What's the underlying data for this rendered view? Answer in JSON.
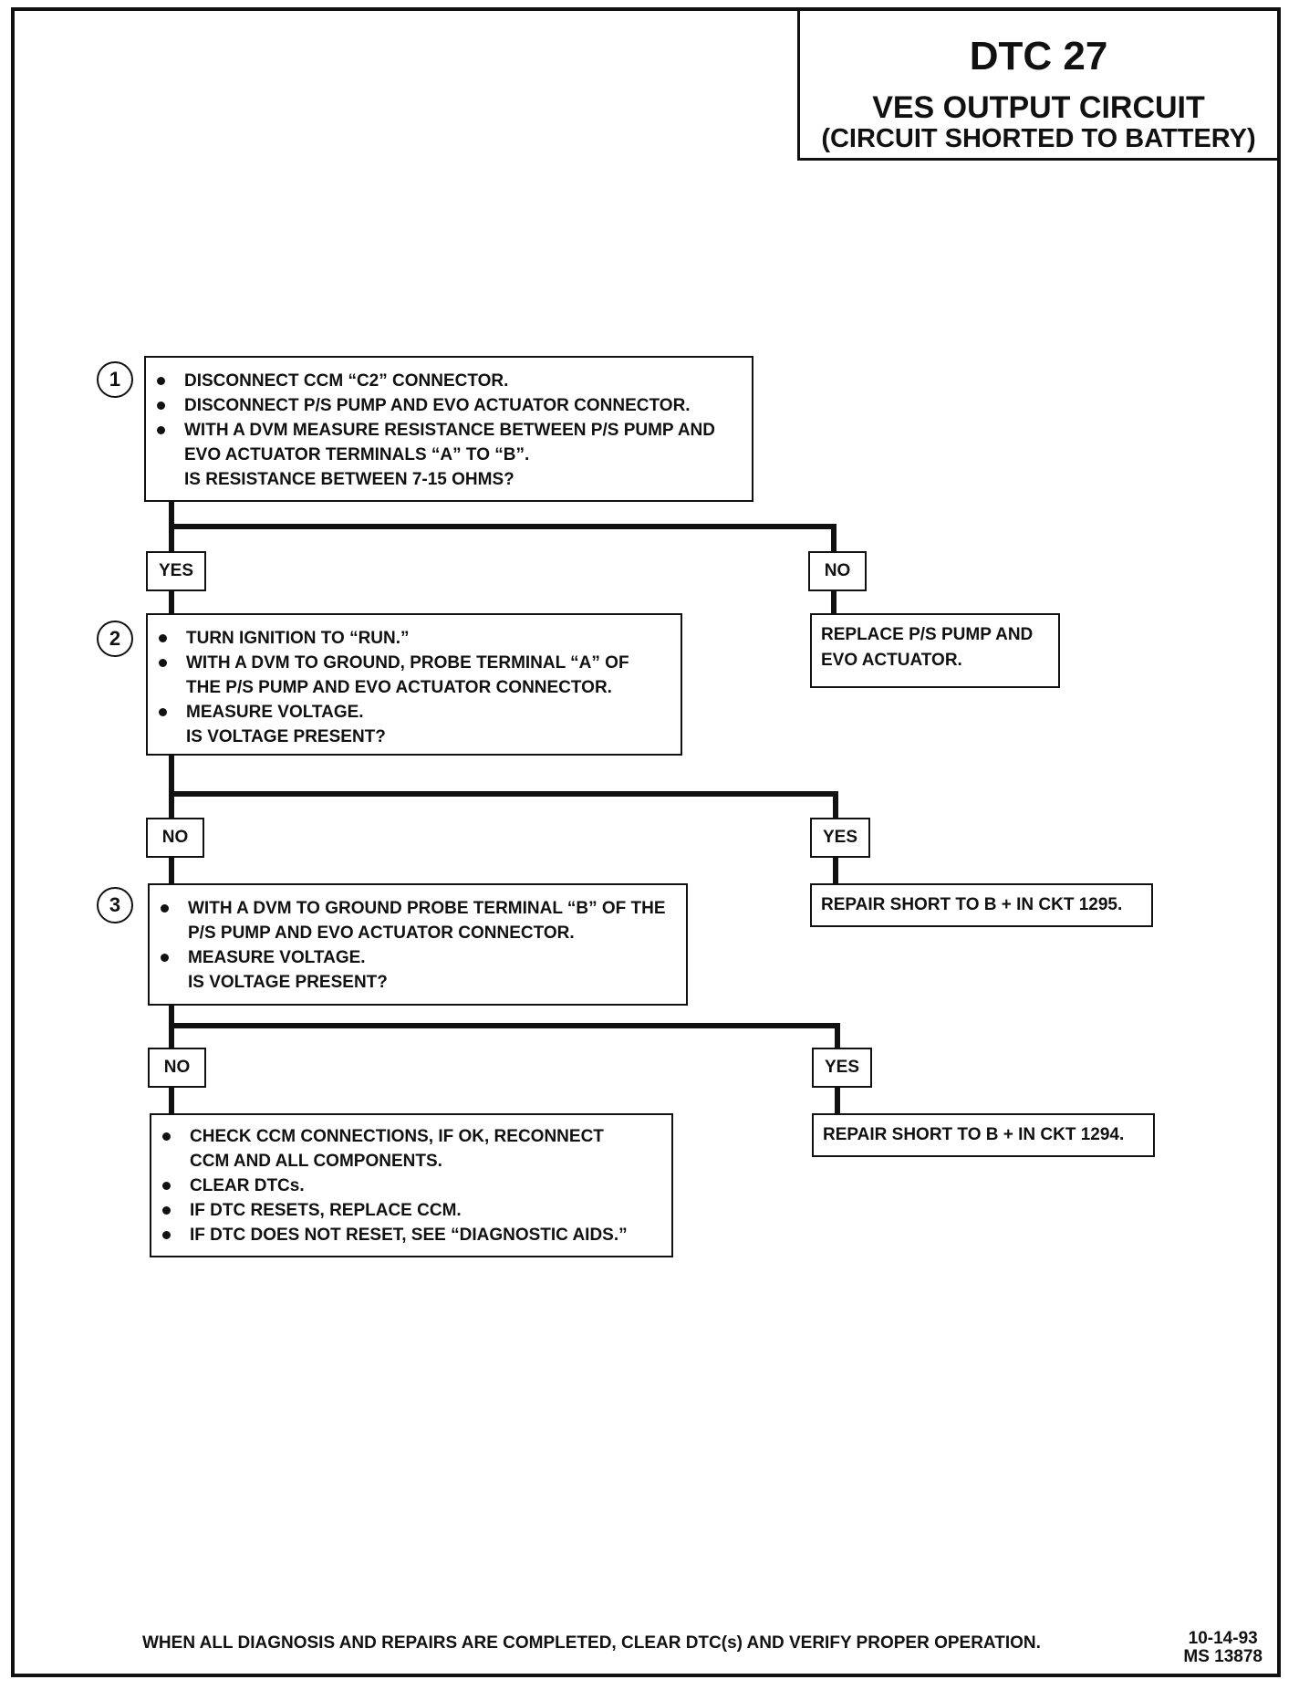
{
  "title": {
    "code": "DTC 27",
    "name": "VES OUTPUT CIRCUIT",
    "subtitle": "(CIRCUIT SHORTED TO BATTERY)"
  },
  "steps": [
    {
      "number": "1",
      "bullets": [
        "DISCONNECT CCM “C2” CONNECTOR.",
        "DISCONNECT P/S PUMP AND EVO ACTUATOR CONNECTOR.",
        "WITH A DVM MEASURE RESISTANCE BETWEEN P/S PUMP AND EVO ACTUATOR TERMINALS “A” TO “B”."
      ],
      "question": "IS RESISTANCE BETWEEN 7-15 OHMS?"
    },
    {
      "number": "2",
      "bullets": [
        "TURN IGNITION TO “RUN.”",
        "WITH A DVM TO GROUND, PROBE TERMINAL “A” OF THE P/S PUMP AND EVO ACTUATOR CONNECTOR.",
        "MEASURE VOLTAGE."
      ],
      "question": "IS VOLTAGE PRESENT?"
    },
    {
      "number": "3",
      "bullets": [
        "WITH A DVM TO GROUND PROBE TERMINAL “B” OF THE P/S PUMP AND EVO ACTUATOR CONNECTOR.",
        "MEASURE VOLTAGE."
      ],
      "question": "IS VOLTAGE PRESENT?"
    }
  ],
  "branches": {
    "step1_yes": "YES",
    "step1_no": "NO",
    "step2_no": "NO",
    "step2_yes": "YES",
    "step3_no": "NO",
    "step3_yes": "YES"
  },
  "outcomes": {
    "replace_pump": "REPLACE P/S PUMP AND EVO ACTUATOR.",
    "repair_1295": "REPAIR SHORT TO B + IN CKT 1295.",
    "repair_1294": "REPAIR SHORT TO B + IN CKT 1294.",
    "final_bullets": [
      "CHECK CCM CONNECTIONS, IF OK, RECONNECT CCM AND ALL COMPONENTS.",
      "CLEAR DTCs.",
      "IF DTC RESETS, REPLACE CCM.",
      "IF DTC DOES NOT RESET, SEE “DIAGNOSTIC AIDS.”"
    ]
  },
  "footer": {
    "note": "WHEN ALL DIAGNOSIS AND REPAIRS ARE COMPLETED, CLEAR DTC(s) AND VERIFY PROPER OPERATION.",
    "date": "10-14-93",
    "ms_number": "MS 13878"
  }
}
